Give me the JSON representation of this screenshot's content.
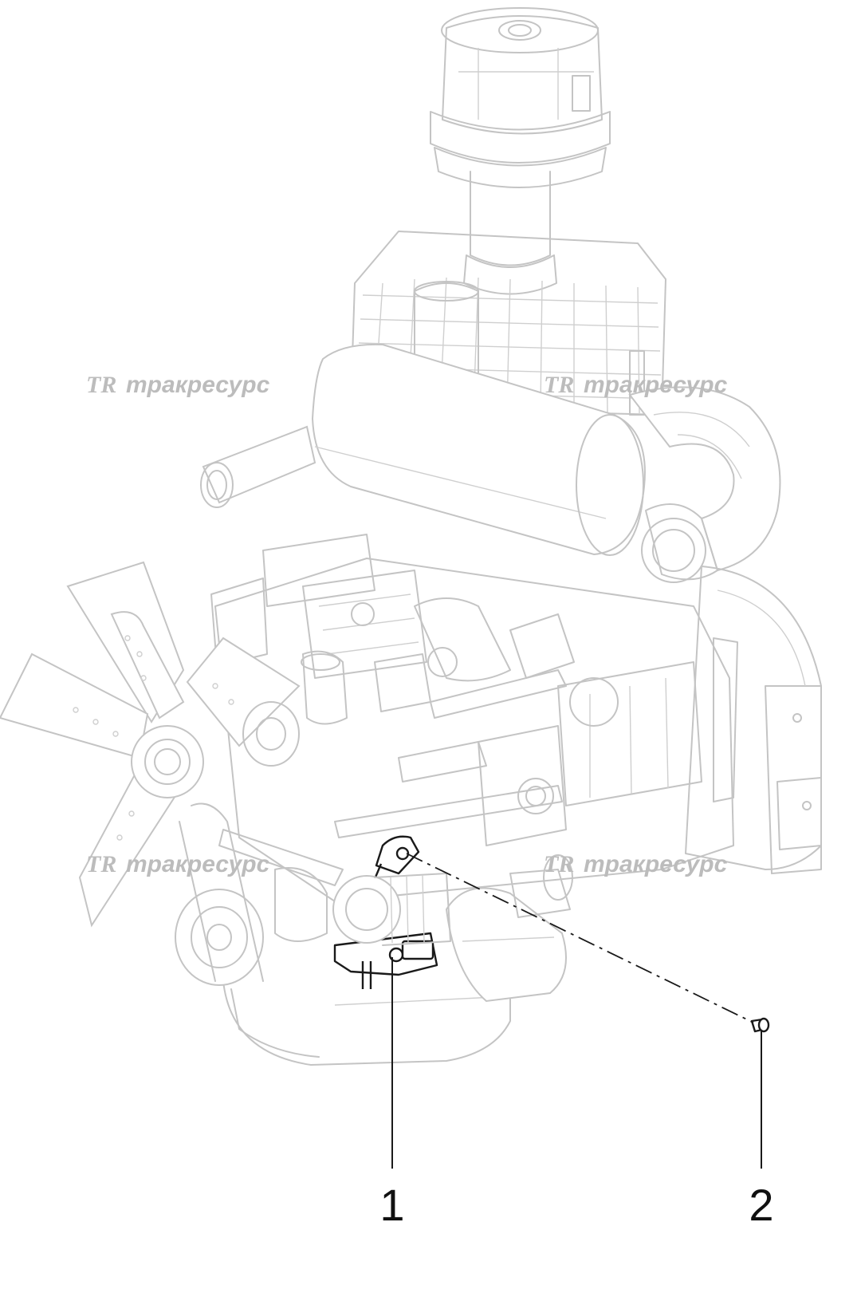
{
  "watermark": {
    "logo": "TR",
    "brand": "тракресурс"
  },
  "callouts": [
    {
      "id": "1",
      "label": "1"
    },
    {
      "id": "2",
      "label": "2"
    }
  ]
}
